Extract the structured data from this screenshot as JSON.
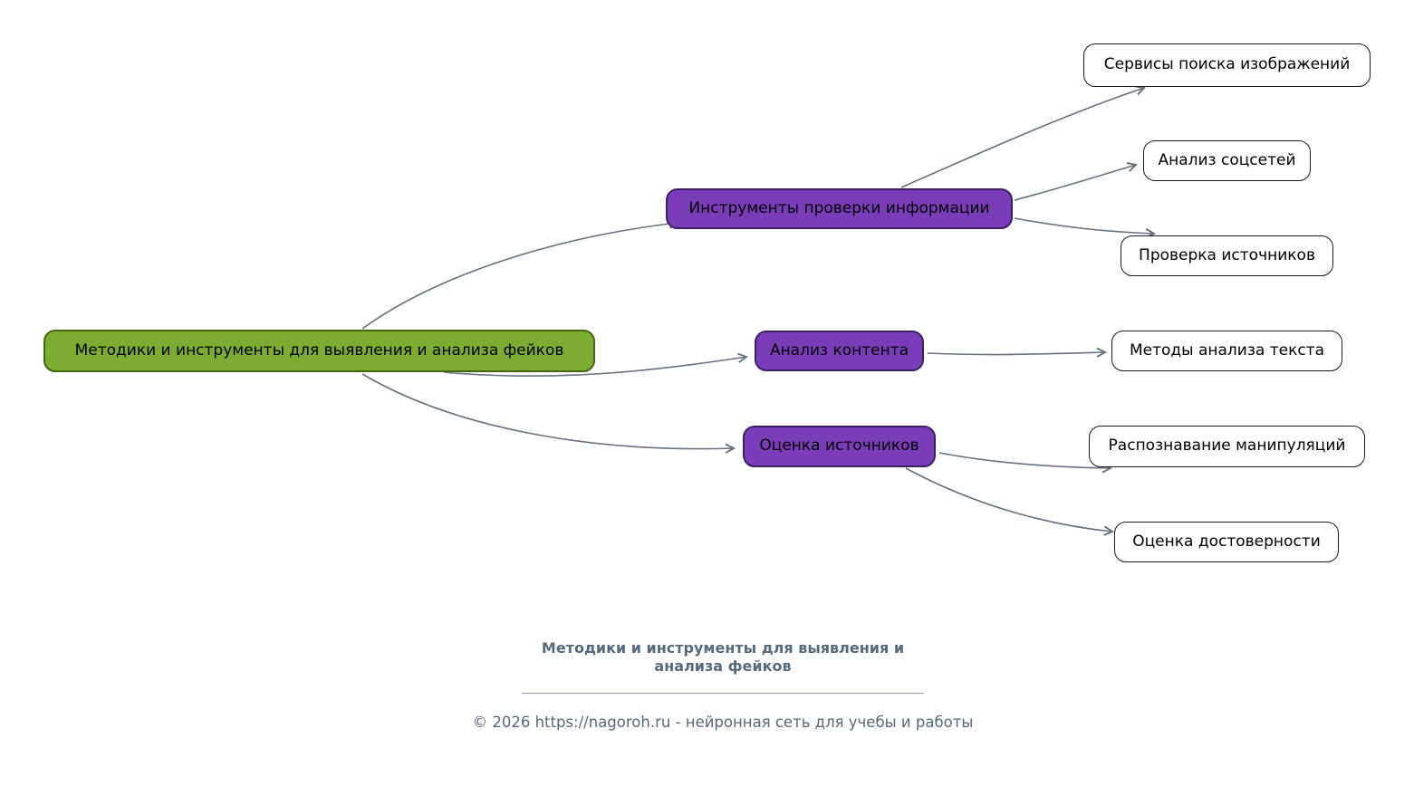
{
  "diagram": {
    "root": {
      "label": "Методики и инструменты для выявления и анализа фейков"
    },
    "branches": [
      {
        "label": "Инструменты проверки информации"
      },
      {
        "label": "Анализ контента"
      },
      {
        "label": "Оценка источников"
      }
    ],
    "leaves": [
      {
        "label": "Сервисы поиска изображений"
      },
      {
        "label": "Анализ соцсетей"
      },
      {
        "label": "Проверка источников"
      },
      {
        "label": "Методы анализа текста"
      },
      {
        "label": "Распознавание манипуляций"
      },
      {
        "label": "Оценка достоверности"
      }
    ],
    "colors": {
      "root_fill": "#7cad32",
      "root_border": "#44660f",
      "branch_fill": "#7a3cb8",
      "branch_border": "#3d1f63",
      "leaf_fill": "#ffffff",
      "leaf_border": "#1a1a1a",
      "arrow": "#66727f",
      "footer_text": "#566a7c"
    }
  },
  "footer": {
    "title_line1": "Методики и инструменты для выявления и",
    "title_line2": "анализа фейков",
    "copyright": "© 2026 https://nagoroh.ru - нейронная сеть для учебы и работы"
  }
}
